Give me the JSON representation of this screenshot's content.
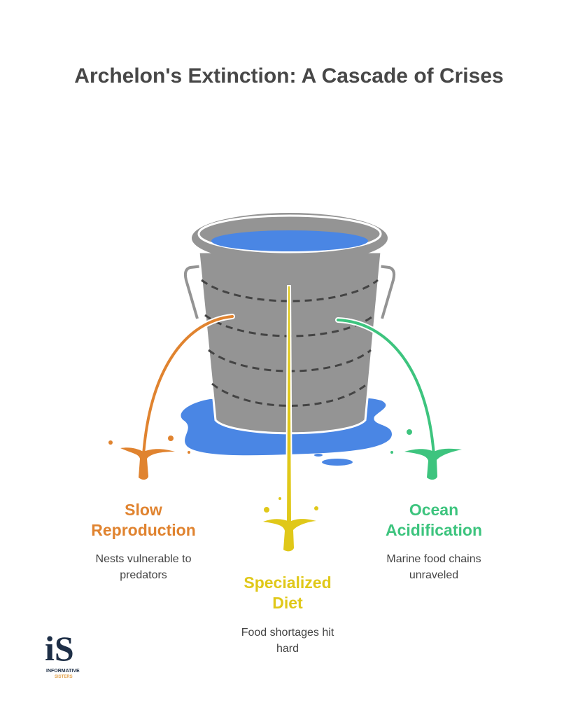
{
  "title": "Archelon's Extinction: A Cascade of Crises",
  "colors": {
    "orange": "#E0832F",
    "yellow": "#E0C819",
    "green": "#3DC47E",
    "water": "#4A86E4",
    "bucket": "#949494"
  },
  "items": [
    {
      "heading_line1": "Slow",
      "heading_line2": "Reproduction",
      "description_line1": "Nests vulnerable to",
      "description_line2": "predators"
    },
    {
      "heading_line1": "Specialized",
      "heading_line2": "Diet",
      "description_line1": "Food shortages hit",
      "description_line2": "hard"
    },
    {
      "heading_line1": "Ocean",
      "heading_line2": "Acidification",
      "description_line1": "Marine food chains",
      "description_line2": "unraveled"
    }
  ],
  "logo": {
    "mark": "iS",
    "line1": "INFORMATIVE",
    "line2": "SISTERS"
  }
}
